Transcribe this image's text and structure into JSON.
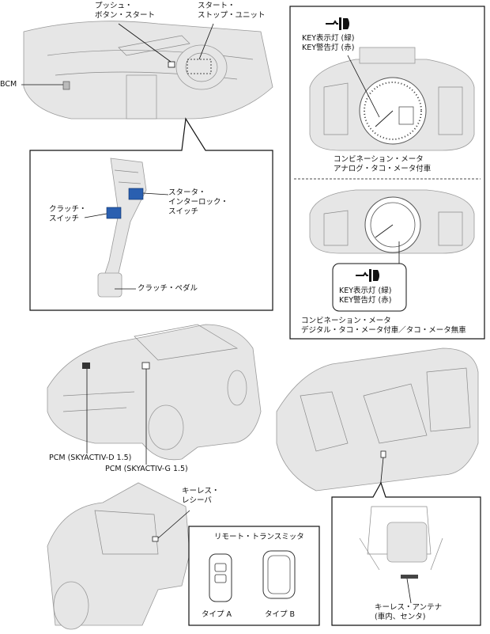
{
  "labels": {
    "push_button": "プッシュ・\nボタン・スタート",
    "start_stop_unit": "スタート・\nストップ・ユニット",
    "bcm": "BCM",
    "clutch_switch": "クラッチ・\nスイッチ",
    "starter_interlock": "スタータ・\nインターロック・\nスイッチ",
    "clutch_pedal": "クラッチ・ペダル",
    "key_lamp_top": "KEY表示灯 (緑)\nKEY警告灯 (赤)",
    "meter_top_caption": "コンビネーション・メータ\nアナログ・タコ・メータ付車",
    "key_lamp_bottom": "KEY表示灯 (緑)\nKEY警告灯 (赤)",
    "meter_bottom_caption": "コンビネーション・メータ\nデジタル・タコ・メータ付車／タコ・メータ無車",
    "pcm_d": "PCM (SKYACTIV-D 1.5)",
    "pcm_g": "PCM (SKYACTIV-G 1.5)",
    "keyless_receiver": "キーレス・\nレシーバ",
    "remote_title": "リモート・トランスミッタ",
    "type_a": "タイプ A",
    "type_b": "タイプ B",
    "keyless_antenna": "キーレス・アンテナ\n(車内、センタ)"
  }
}
